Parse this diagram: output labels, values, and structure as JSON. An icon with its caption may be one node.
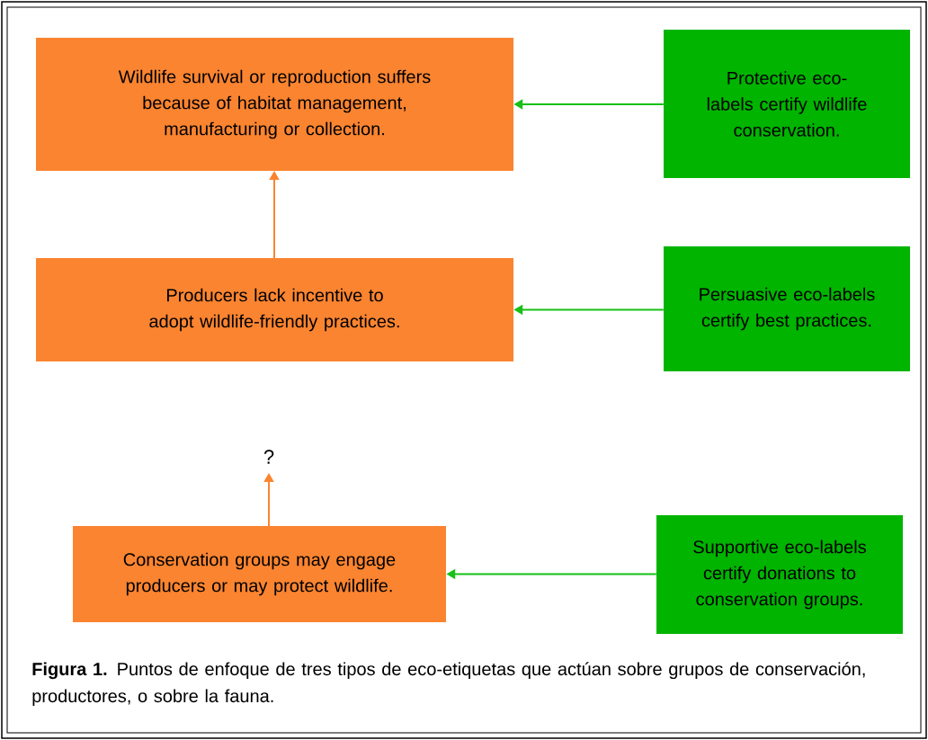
{
  "diagram": {
    "caption": "**Figura 1.** Puntos de enfoque de tres tipos de eco-etiquetas que actúan sobre grupos de conservación, productores, o sobre la fauna.",
    "nodes": [
      {
        "text": [
          "Wildlife survival or reproduction suffers because of habitat management, manufacturing or collection."
        ]
      },
      {
        "text": [
          "Protective eco-labels certify wildlife conservation."
        ]
      },
      {
        "text": [
          "Producers lack incentive to adopt wildlife-friendly practices."
        ]
      },
      {
        "text": [
          "Persuasive eco-labels certify best practices."
        ]
      },
      {
        "text": [
          "?"
        ]
      },
      {
        "text": [
          "Conservation groups may engage producers or may protect wildlife."
        ]
      },
      {
        "text": [
          "Supportive eco-labels certify donations to conservation groups."
        ]
      }
    ],
    "edges": [
      {
        "from": 1,
        "to": 0,
        "arrow": "to"
      },
      {
        "from": 2,
        "to": 0,
        "arrow": "to",
        "color": "#fb8430"
      },
      {
        "from": 3,
        "to": 2,
        "arrow": "to"
      },
      {
        "from": 5,
        "to": 4,
        "arrow": "to",
        "color": "#fb8430"
      },
      {
        "from": 6,
        "to": 5,
        "arrow": "to"
      }
    ]
  }
}
